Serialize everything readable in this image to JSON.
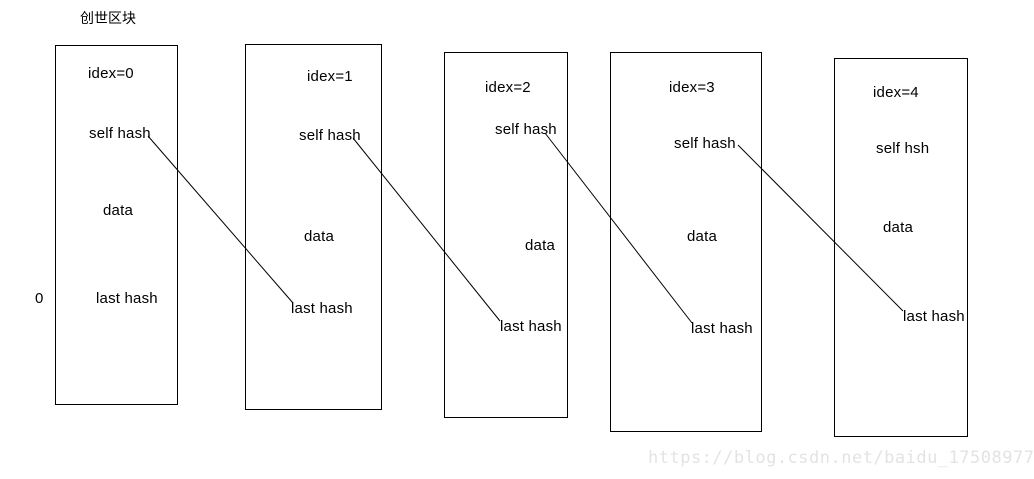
{
  "diagram": {
    "title": "创世区块",
    "genesis_index_label": "0",
    "blocks": [
      {
        "index_label": "idex=0",
        "self_hash_label": "self  hash",
        "data_label": "data",
        "last_hash_label": "last  hash"
      },
      {
        "index_label": "idex=1",
        "self_hash_label": "self hash",
        "data_label": "data",
        "last_hash_label": "last hash"
      },
      {
        "index_label": "idex=2",
        "self_hash_label": "self hash",
        "data_label": "data",
        "last_hash_label": "last hash"
      },
      {
        "index_label": "idex=3",
        "self_hash_label": "self hash",
        "data_label": "data",
        "last_hash_label": "last hash"
      },
      {
        "index_label": "idex=4",
        "self_hash_label": "self hsh",
        "data_label": "data",
        "last_hash_label": "last hash"
      }
    ],
    "link_count": 4,
    "stroke_color": "#000000",
    "background_color": "#ffffff"
  },
  "watermark": {
    "text": "https://blog.csdn.net/baidu_17508977",
    "color": "#e3e3e3"
  }
}
